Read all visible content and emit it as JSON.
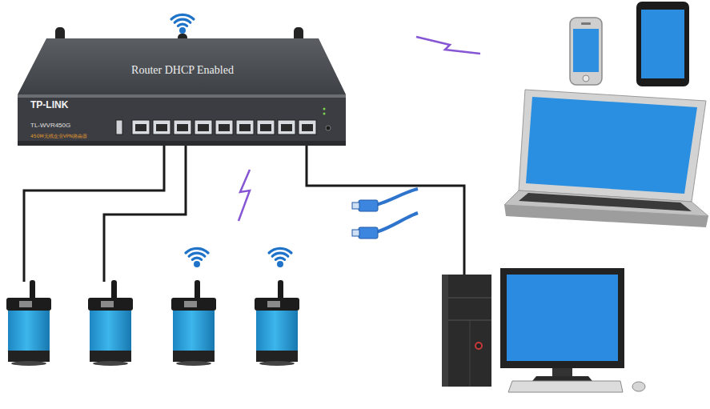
{
  "diagram": {
    "nodes": [
      {
        "text": [
          "Router DHCP Enabled"
        ]
      }
    ],
    "labels": [
      "TP-LINK",
      "TL-WVR450G",
      "450M无线企业VPN路由器"
    ]
  }
}
